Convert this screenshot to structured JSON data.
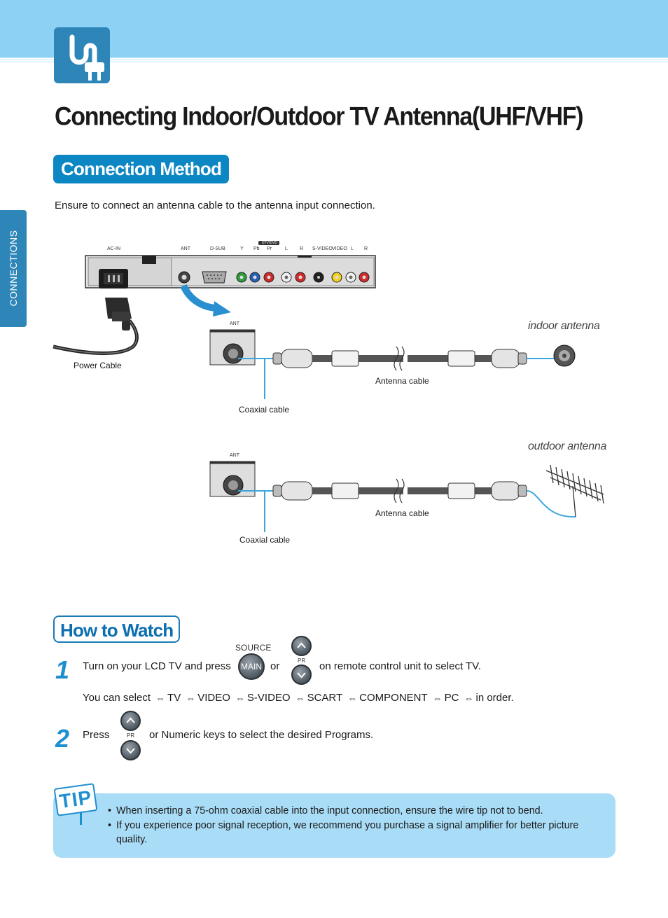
{
  "header": {
    "title": "Connecting Indoor/Outdoor TV Antenna(UHF/VHF)",
    "side_tab": "CONNECTIONS"
  },
  "connection_method": {
    "heading": "Connection Method",
    "intro": "Ensure to connect an antenna cable to the antenna input connection.",
    "panel_labels": {
      "ac_in": "AC-IN",
      "ant": "ANT",
      "dsub": "D-SUB",
      "y": "Y",
      "pb": "Pb",
      "pr": "Pr",
      "l_audio_r": "L",
      "dtv": "DTV/DVD",
      "svideo": "S-VIDEO",
      "video": "VIDEO",
      "l2": "L",
      "r1": "R",
      "r2": "R"
    },
    "diagram1": {
      "ant_label": "ANT",
      "power_cable": "Power Cable",
      "indoor_antenna": "indoor antenna",
      "antenna_cable": "Antenna cable",
      "coaxial_cable": "Coaxial cable"
    },
    "diagram2": {
      "ant_label": "ANT",
      "outdoor_antenna": "outdoor antenna",
      "antenna_cable": "Antenna cable",
      "coaxial_cable": "Coaxial cable"
    }
  },
  "how_to_watch": {
    "heading": "How to Watch",
    "step1": {
      "number": "1",
      "text_a": "Turn on your LCD TV and press",
      "source_label": "SOURCE",
      "main_label": "MAIN",
      "text_or": "or",
      "pr_label": "PR",
      "text_b": "on remote control unit to select TV.",
      "select_prefix": "You can select",
      "sources": [
        "TV",
        "VIDEO",
        "S-VIDEO",
        "SCART",
        "COMPONENT",
        "PC"
      ],
      "select_suffix": "in order."
    },
    "step2": {
      "number": "2",
      "text_a": "Press",
      "pr_label": "PR",
      "text_b": "or Numeric keys to select the desired Programs."
    }
  },
  "tip": {
    "badge": "TIP",
    "items": [
      "When inserting a 75-ohm coaxial cable into the input connection, ensure the wire tip not to bend.",
      "If you experience poor signal reception, we recommend you purchase a signal amplifier for better picture quality."
    ]
  },
  "colors": {
    "top_bar": "#8dd2f4",
    "accent_blue": "#0c87c4",
    "tip_bg": "#a9dcf6",
    "cable_blue": "#3aa6dd"
  }
}
